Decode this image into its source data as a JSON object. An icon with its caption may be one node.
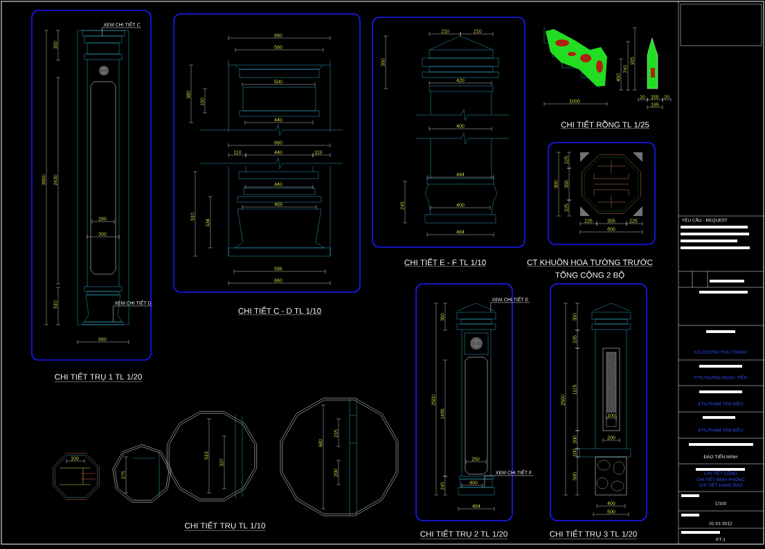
{
  "diagram": {
    "nodes": [
      {
        "text": [
          "XEM CHI TIẾT C"
        ]
      },
      {
        "text": [
          "XEM CHI TIẾT D"
        ]
      },
      {
        "text": [
          "XEM CHI TIẾT E"
        ]
      },
      {
        "text": [
          "XEM CHI TIẾT F"
        ]
      },
      {
        "text": [],
        "shape": "box"
      },
      {
        "text": [],
        "shape": "box"
      },
      {
        "text": [],
        "shape": "box"
      },
      {
        "text": [],
        "shape": "box"
      }
    ],
    "edges": [
      {
        "from": 0,
        "to": 4,
        "arrow": "none"
      },
      {
        "from": 1,
        "to": 5,
        "arrow": "none"
      },
      {
        "from": 2,
        "to": 6,
        "arrow": "none"
      },
      {
        "from": 3,
        "to": 7,
        "arrow": "none"
      }
    ],
    "labels": [
      "350",
      "3850",
      "2430",
      "510",
      "260",
      "300",
      "660",
      "CHI TIẾT TRỤ 1 TL 1/20",
      "660",
      "560",
      "500",
      "380",
      "150",
      "440",
      "660",
      "110",
      "440",
      "110",
      "440",
      "469",
      "510",
      "334",
      "586",
      "660",
      "CHI TIẾT C - D TL 1/10",
      "210",
      "210",
      "350",
      "420",
      "400",
      "444",
      "400",
      "245",
      "464",
      "CHI TIẾT E - F TL 1/10",
      "915",
      "740",
      "450",
      "1000",
      "20",
      "155",
      "20",
      "195",
      "CHI TIẾT RỒNG TL 1/25",
      "800",
      "225",
      "355",
      "225",
      "225",
      "355",
      "225",
      "800",
      "CT KHUÔN HOA TƯỜNG TRƯỚC",
      "TỔNG CỘNG 2 BỘ",
      "2500",
      "350",
      "1495",
      "245",
      "250",
      "400",
      "464",
      "CHI TIẾT TRỤ 2 TL 1/20",
      "2500",
      "350",
      "235",
      "1115",
      "100",
      "200",
      "200",
      "100",
      "500",
      "400",
      "500",
      "CHI TIẾT TRỤ 3 TL 1/20",
      "100",
      "275",
      "513",
      "337",
      "680",
      "215",
      "200",
      "CHI TIẾT TRỤ TL 1/10",
      "YÊU CẦU - REQUEST",
      "KS.DƯƠNG PHÚ THÀNH",
      "KTS.HOÀNG NGỌC TIẾN",
      "KTS.PHẠM TẤN ĐIỀU",
      "KTS.PHẠM TẤN ĐIỀU",
      "ĐÀO TIẾN MINH",
      "CHI TIẾT CỔNG",
      "CHI TIẾT BÌNH PHONG",
      "CHI TIẾT HÀNG RÀO",
      "1/100",
      "01-01-2012",
      "KT-1"
    ]
  }
}
